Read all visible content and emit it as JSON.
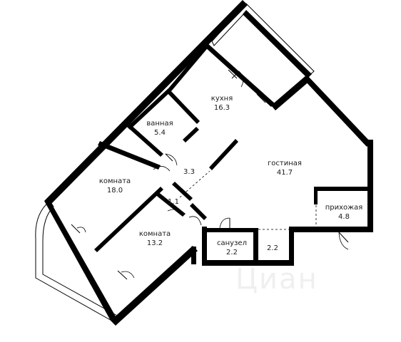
{
  "rooms": {
    "kitchen": {
      "label": "кухня",
      "area": "16.3"
    },
    "bathroom": {
      "label": "ванная",
      "area": "5.4"
    },
    "living": {
      "label": "гостиная",
      "area": "41.7"
    },
    "room1": {
      "label": "комната",
      "area": "18.0"
    },
    "room2": {
      "label": "комната",
      "area": "13.2"
    },
    "hallway": {
      "label": "прихожая",
      "area": "4.8"
    },
    "wc": {
      "label": "санузел",
      "area": "2.2"
    }
  },
  "areas": {
    "corridor": "3.3",
    "closet": "1.1",
    "storage": "2.2"
  },
  "watermark": "Циан",
  "colors": {
    "wall": "#000000",
    "background": "#ffffff"
  }
}
